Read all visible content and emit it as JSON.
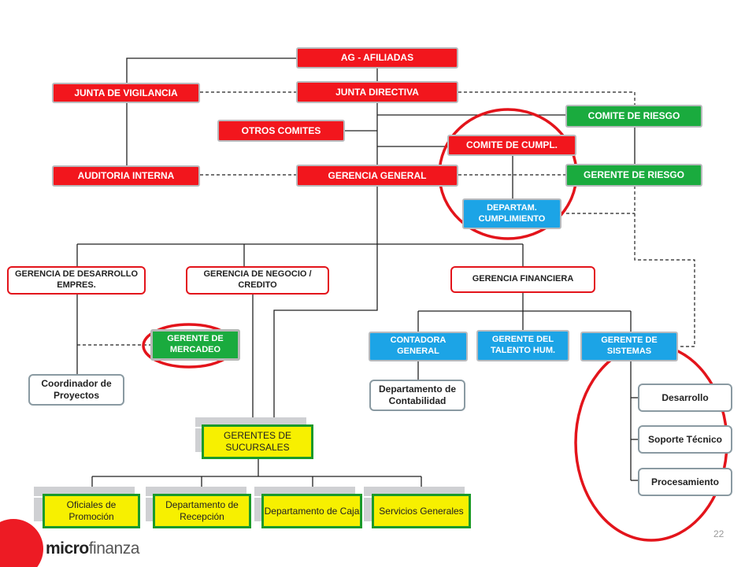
{
  "nodes": {
    "ag_afiliadas": "AG - AFILIADAS",
    "junta_vigilancia": "JUNTA DE VIGILANCIA",
    "junta_directiva": "JUNTA DIRECTIVA",
    "comite_riesgo": "COMITE DE RIESGO",
    "otros_comites": "OTROS COMITES",
    "comite_cumpl": "COMITE DE CUMPL.",
    "auditoria_interna": "AUDITORIA INTERNA",
    "gerencia_general": "GERENCIA GENERAL",
    "gerente_riesgo": "GERENTE DE RIESGO",
    "depto_cumplimiento": "DEPARTAM. CUMPLIMIENTO",
    "gerencia_desarrollo": "GERENCIA DE DESARROLLO EMPRES.",
    "gerencia_negocio": "GERENCIA DE NEGOCIO / CREDITO",
    "gerencia_financiera": "GERENCIA FINANCIERA",
    "gerente_mercadeo": "GERENTE DE MERCADEO",
    "contadora_general": "CONTADORA GENERAL",
    "gerente_talento": "GERENTE DEL TALENTO HUM.",
    "gerente_sistemas": "GERENTE DE SISTEMAS",
    "coordinador_proyectos": "Coordinador de Proyectos",
    "depto_contabilidad": "Departamento de Contabilidad",
    "desarrollo": "Desarrollo",
    "soporte_tecnico": "Soporte Técnico",
    "procesamiento": "Procesamiento",
    "gerentes_sucursales": "GERENTES DE SUCURSALES",
    "oficiales_promocion": "Oficiales de Promoción",
    "depto_recepcion": "Departamento de Recepción",
    "depto_caja": "Departamento de Caja",
    "servicios_generales": "Servicios Generales"
  },
  "brand": {
    "bold": "micro",
    "regular": "finanza"
  },
  "page_number": "22",
  "colors": {
    "board": "#f2161d",
    "risk": "#1aab3e",
    "systems": "#1ca4e6",
    "branch_units": "#f7f000",
    "highlight_ring": "#e3141b"
  }
}
